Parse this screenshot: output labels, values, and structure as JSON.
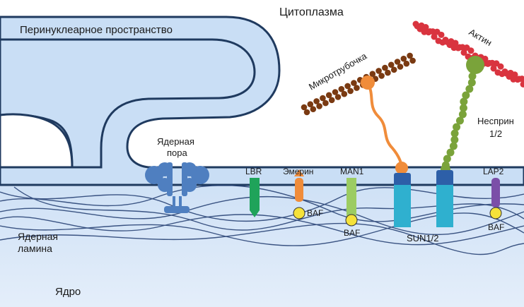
{
  "labels": {
    "cytoplasm": "Цитоплазма",
    "perinuclear_space": "Перинуклеарное пространство",
    "microtubule": "Микротрубочка",
    "actin": "Актин",
    "nesprin_line1": "Несприн",
    "nesprin_line2": "1/2",
    "nuclear_pore_line1": "Ядерная",
    "nuclear_pore_line2": "пора",
    "lbr": "LBR",
    "emerin": "Эмерин",
    "man1": "MAN1",
    "lap2": "LAP2",
    "baf": "BAF",
    "sun": "SUN1/2",
    "nuclear_lamina_line1": "Ядерная",
    "nuclear_lamina_line2": "ламина",
    "nucleus": "Ядро"
  },
  "colors": {
    "membrane_fill": "#c9def5",
    "membrane_outline": "#1f3a5f",
    "nucleus_fill": "#d6e6f7",
    "lamina": "#1f3a6e",
    "pore": "#4f7fc0",
    "microtubule": "#7a3a12",
    "microtubule_cap": "#f08c3a",
    "actin": "#d9343f",
    "nesprin": "#7aa33a",
    "lbr": "#1fa35a",
    "emerin": "#f08c3a",
    "man1": "#9ccc62",
    "lap2": "#7b4fa8",
    "sun": "#2fb0cf",
    "sun_cap": "#2d5fa8",
    "baf": "#f5e23a"
  }
}
